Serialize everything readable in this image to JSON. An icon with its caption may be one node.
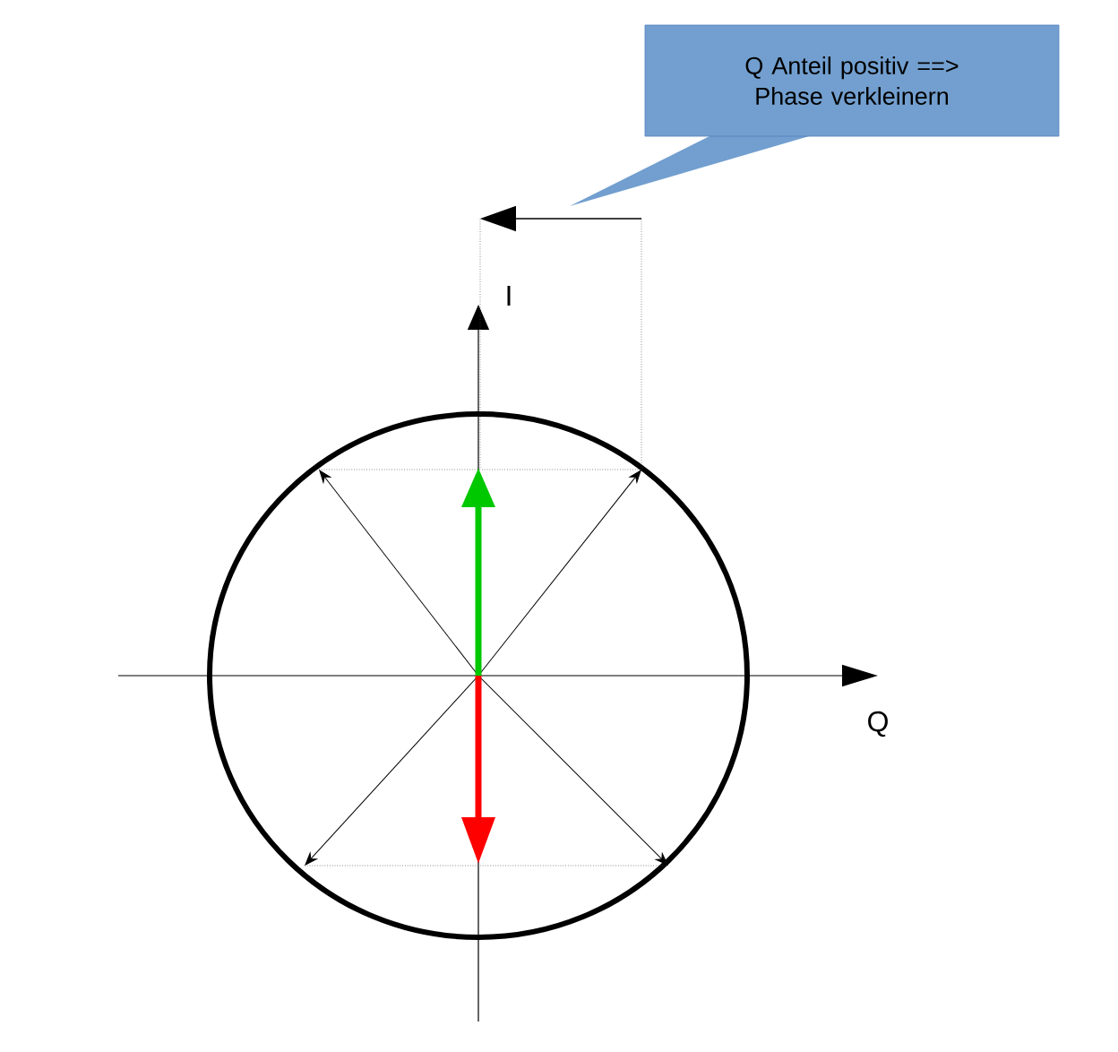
{
  "diagram": {
    "nodes": [
      {
        "text": [
          "Q Anteil positiv ==> Phase verkleinern"
        ]
      }
    ],
    "labels": [
      "I",
      "Q"
    ]
  }
}
